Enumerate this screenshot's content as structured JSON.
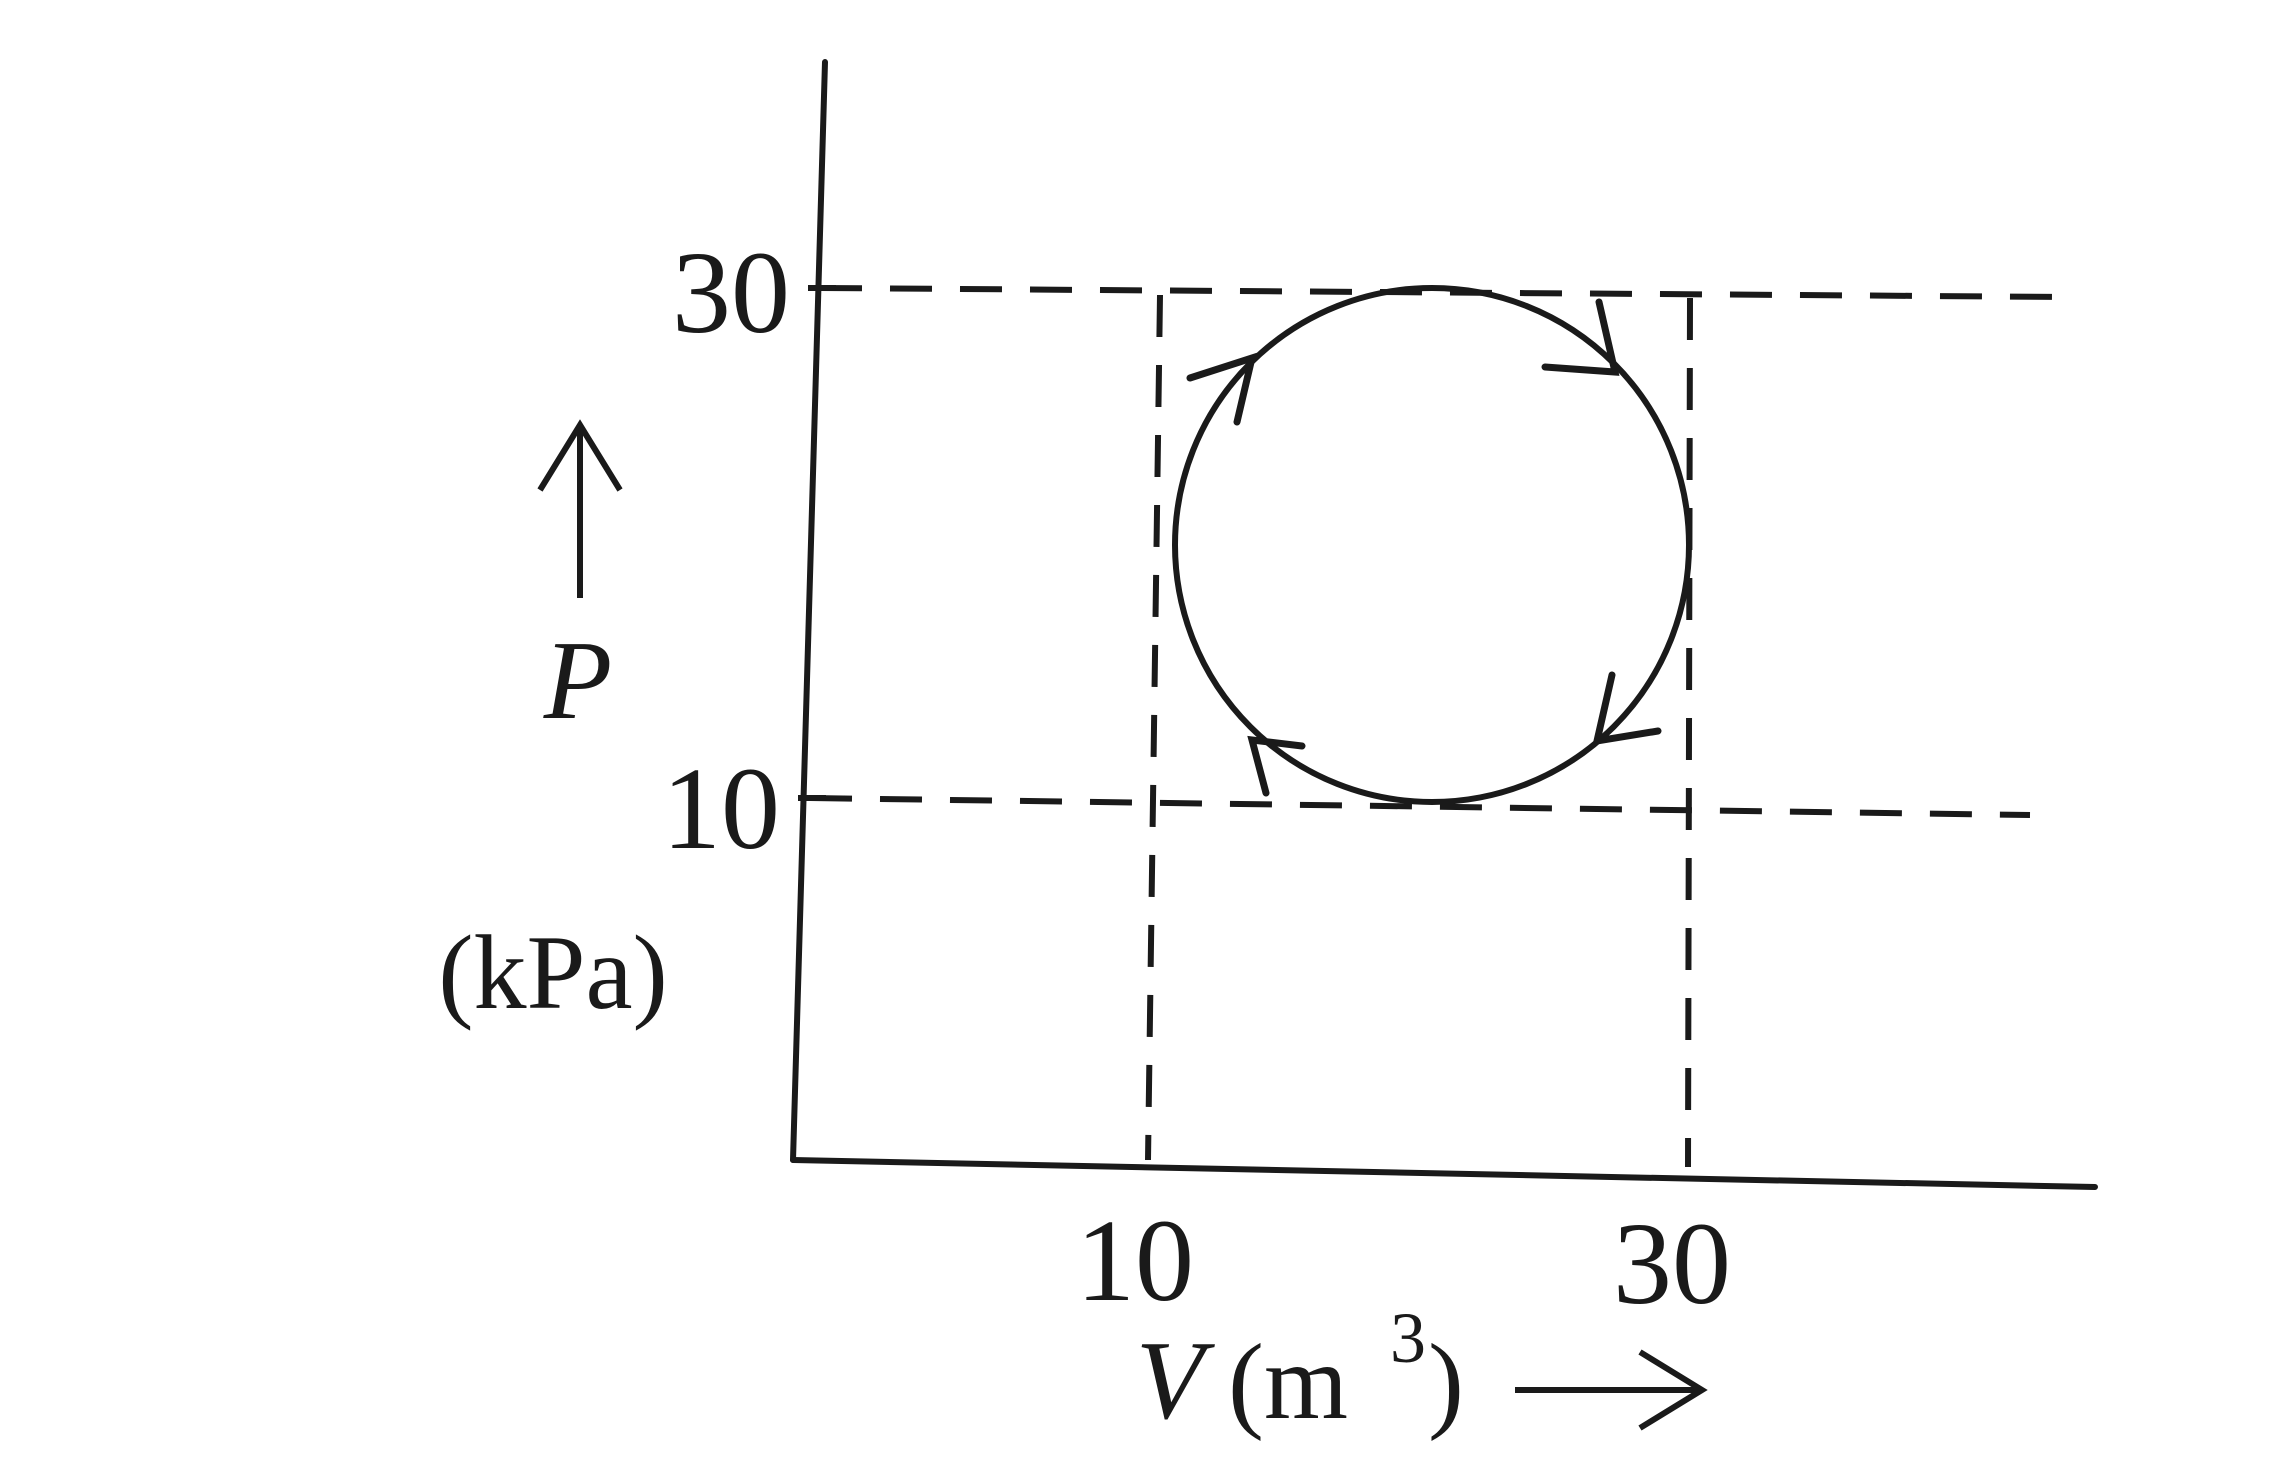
{
  "diagram": {
    "ylabel_symbol": "P",
    "ylabel_unit": "(kPa)",
    "xlabel_symbol": "V",
    "xlabel_unit_open": "(m",
    "xlabel_unit_exp": "3",
    "xlabel_unit_close": ")",
    "y_ticks": [
      "30",
      "10"
    ],
    "x_ticks": [
      "10",
      "30"
    ],
    "ink_color": "#1a1a1a",
    "cycle": {
      "shape": "circle",
      "direction": "clockwise",
      "v_range": [
        10,
        30
      ],
      "p_range": [
        10,
        30
      ]
    }
  }
}
